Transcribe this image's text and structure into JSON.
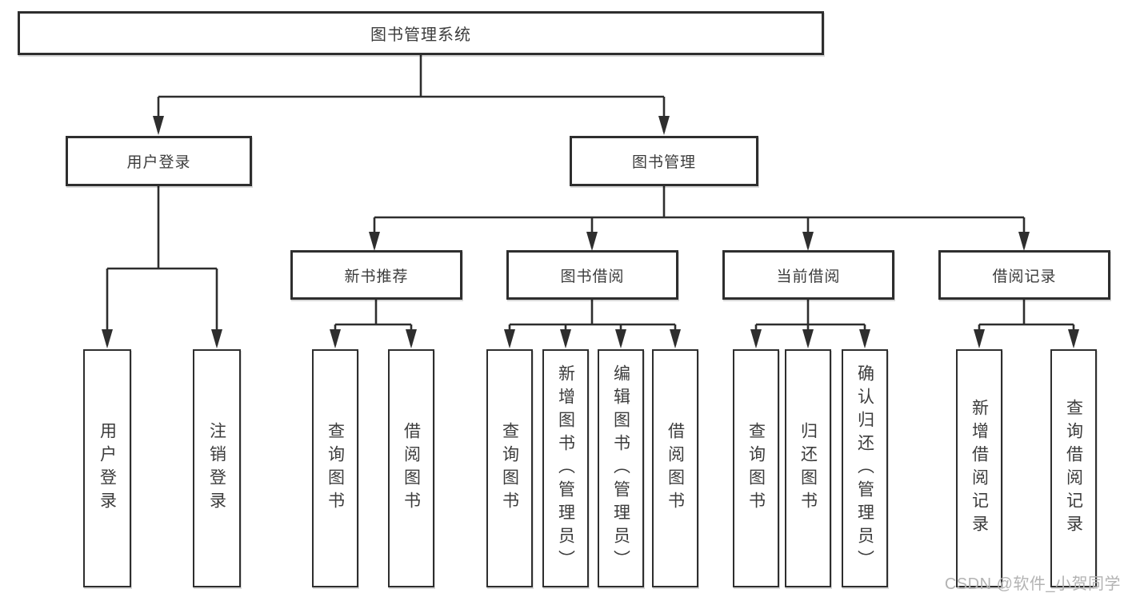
{
  "colors": {
    "line": "#2e2e2e",
    "text": "#3c3c3c",
    "watermark": "#b3b3b3"
  },
  "tree": {
    "label": "图书管理系统",
    "children": [
      {
        "label": "用户登录",
        "children": [
          {
            "label": "用户登录"
          },
          {
            "label": "注销登录"
          }
        ]
      },
      {
        "label": "图书管理",
        "children": [
          {
            "label": "新书推荐",
            "children": [
              {
                "label": "查询图书"
              },
              {
                "label": "借阅图书"
              }
            ]
          },
          {
            "label": "图书借阅",
            "children": [
              {
                "label": "查询图书"
              },
              {
                "label": "新增图书（管理员）"
              },
              {
                "label": "编辑图书（管理员）"
              },
              {
                "label": "借阅图书"
              }
            ]
          },
          {
            "label": "当前借阅",
            "children": [
              {
                "label": "查询图书"
              },
              {
                "label": "归还图书"
              },
              {
                "label": "确认归还（管理员）"
              }
            ]
          },
          {
            "label": "借阅记录",
            "children": [
              {
                "label": "新增借阅记录"
              },
              {
                "label": "查询借阅记录"
              }
            ]
          }
        ]
      }
    ]
  },
  "watermark": "CSDN @软件_小贺同学"
}
